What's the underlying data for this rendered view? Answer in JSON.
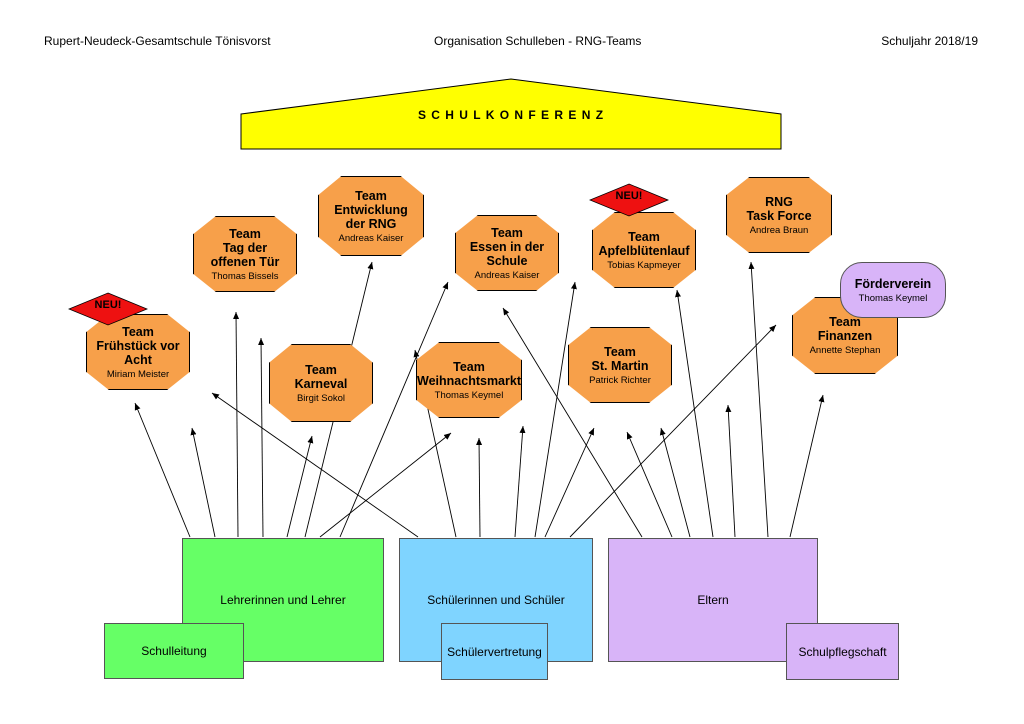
{
  "header": {
    "left": "Rupert-Neudeck-Gesamtschule Tönisvorst",
    "center": "Organisation Schulleben - RNG-Teams",
    "right": "Schuljahr 2018/19"
  },
  "roof": {
    "label": "S C H U L K O N F E R E N Z"
  },
  "badge": {
    "label": "NEU!"
  },
  "teams": [
    {
      "id": "fruehstueck",
      "lines": [
        "Team",
        "Frühstück vor",
        "Acht"
      ],
      "person": "Miriam Meister",
      "new": true
    },
    {
      "id": "tag-offene-tuer",
      "lines": [
        "Team",
        "Tag der",
        "offenen Tür"
      ],
      "person": "Thomas Bissels",
      "new": false
    },
    {
      "id": "entwicklung",
      "lines": [
        "Team",
        "Entwicklung",
        "der RNG"
      ],
      "person": "Andreas Kaiser",
      "new": false
    },
    {
      "id": "karneval",
      "lines": [
        "Team",
        "Karneval"
      ],
      "person": "Birgit Sokol",
      "new": false
    },
    {
      "id": "essen",
      "lines": [
        "Team",
        "Essen in der",
        "Schule"
      ],
      "person": "Andreas Kaiser",
      "new": false
    },
    {
      "id": "weihnachtsmarkt",
      "lines": [
        "Team",
        "Weihnachtsmarkt"
      ],
      "person": "Thomas Keymel",
      "new": false
    },
    {
      "id": "apfelbluetenlauf",
      "lines": [
        "Team",
        "Apfelblütenlauf"
      ],
      "person": "Tobias Kapmeyer",
      "new": true
    },
    {
      "id": "st-martin",
      "lines": [
        "Team",
        "St. Martin"
      ],
      "person": "Patrick Richter",
      "new": false
    },
    {
      "id": "task-force",
      "lines": [
        "RNG",
        "Task Force"
      ],
      "person": "Andrea Braun",
      "new": false
    },
    {
      "id": "finanzen",
      "lines": [
        "Team",
        "Finanzen"
      ],
      "person": "Annette Stephan",
      "new": false
    }
  ],
  "foerderverein": {
    "title": "Förderverein",
    "person": "Thomas Keymel"
  },
  "groups": {
    "lehrer": {
      "label": "Lehrerinnen und Lehrer",
      "sub": "Schulleitung",
      "color": "#66ff66"
    },
    "schueler": {
      "label": "Schülerinnen und Schüler",
      "sub": "Schülervertretung",
      "color": "#7fd4ff"
    },
    "eltern": {
      "label": "Eltern",
      "sub": "Schulpflegschaft",
      "color": "#d8b4f8"
    }
  },
  "colors": {
    "team": "#f7a04a",
    "roof": "#ffff00",
    "badge": "#ee1111"
  }
}
